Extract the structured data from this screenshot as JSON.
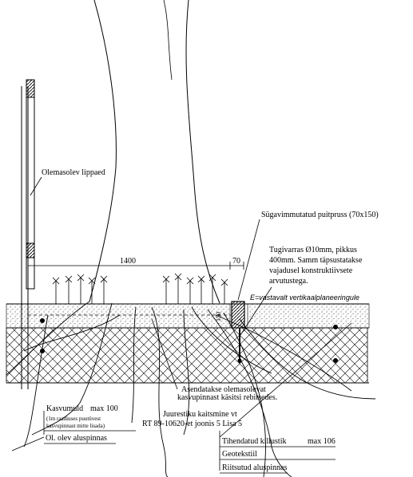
{
  "labels": {
    "fence": "Olemasolev lippaed",
    "post": "Sügavimmutatud puitpruss (70x150)",
    "dim_left": "1400",
    "dim_right": "70",
    "rod_line1": "Tugivarras Ø10mm, pikkus",
    "rod_line2": "400mm. Samm täpsustatakse",
    "rod_line3": "vajadusel konstruktiivsete",
    "rod_line4": "arvutustega.",
    "grade": "E=vastavalt vertikaalplaneeringule",
    "side_dim": "150",
    "replace_line1": "Asendatakse olemasolevat",
    "replace_line2": "kasvupinnast käsitsi rebitsedes.",
    "soil_title": "Kasvumuld",
    "soil_max": "max 100",
    "soil_note1": "(1m raadiuses puutüvest",
    "soil_note2": "kasvupinnast mitte lisada)",
    "root_line1": "Juurestiku kaitsmine vt",
    "root_line2": "RT 89-10620-et joonis 5 Lisa 5",
    "existing_base": "Ol. olev aluspinnas",
    "gravel": "Tihendatud killustik",
    "gravel_max": "max 106",
    "geotextile": "Geotekstiil",
    "compacted_base": "Riitsutud aluspinnas"
  }
}
